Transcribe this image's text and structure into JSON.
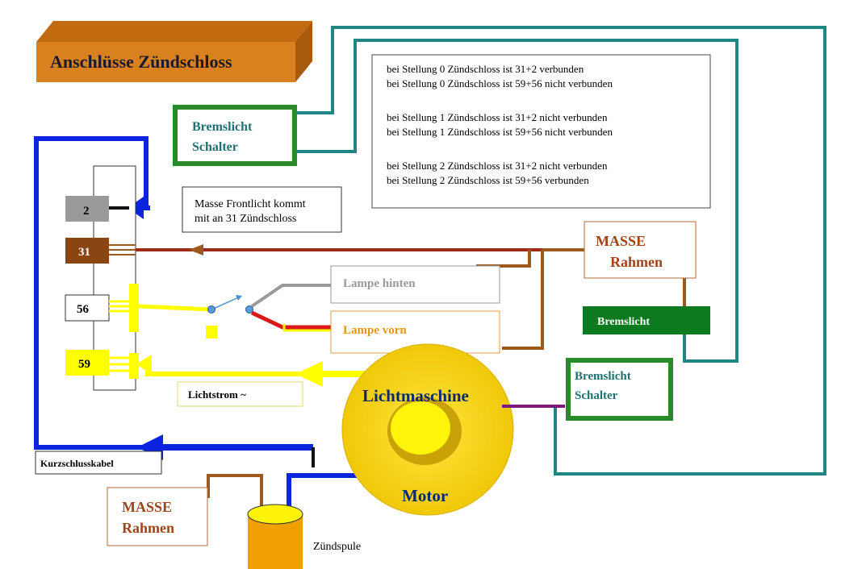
{
  "title": "Anschlüsse Zündschloss",
  "info_lines": [
    "bei Stellung 0 Zündschloss ist 31+2 verbunden",
    "bei Stellung 0 Zündschloss ist 59+56 nicht verbunden",
    "bei Stellung 1 Zündschloss ist 31+2 nicht verbunden",
    "bei Stellung 1 Zündschloss ist 59+56 nicht verbunden",
    "bei Stellung 2 Zündschloss ist 31+2 nicht verbunden",
    "bei Stellung 2 Zündschloss ist 59+56  verbunden"
  ],
  "brake_switch_top": {
    "line1": "Bremslicht",
    "line2": "Schalter"
  },
  "brake_switch_right": {
    "line1": "Bremslicht",
    "line2": "Schalter"
  },
  "note": {
    "line1": "Masse Frontlicht kommt",
    "line2": "mit an 31 Zündschloss"
  },
  "terminals": {
    "t2": "2",
    "t31": "31",
    "t56": "56",
    "t59": "59"
  },
  "masse_right": {
    "line1": "MASSE",
    "line2": "Rahmen"
  },
  "masse_bottom": {
    "line1": "MASSE",
    "line2": "Rahmen"
  },
  "bremslicht": "Bremslicht",
  "lamp_rear": "Lampe hinten",
  "lamp_front": "Lampe vorn",
  "lichtstrom": "Lichtstrom ~",
  "lichtmaschine": "Lichtmaschine",
  "motor": "Motor",
  "kurzschluss": "Kurzschlusskabel",
  "zuendspule": "Zündspule",
  "colors": {
    "title_box": "#d9811e",
    "teal_wire": "#1f8585",
    "green_box": "#2a8a2a",
    "bremslicht_fill": "#0c7a1e",
    "blue_wire": "#0a24e0",
    "brown_wire": "#9c5a1e",
    "red_wire": "#b51a1a",
    "yellow": "#ffff00",
    "motor_fill": "#f2ce10",
    "motor_inner": "#fff40a",
    "masse_text": "#a0441a",
    "lamp_front_text": "#e8940f",
    "zuendspule_fill": "#f0a000"
  }
}
